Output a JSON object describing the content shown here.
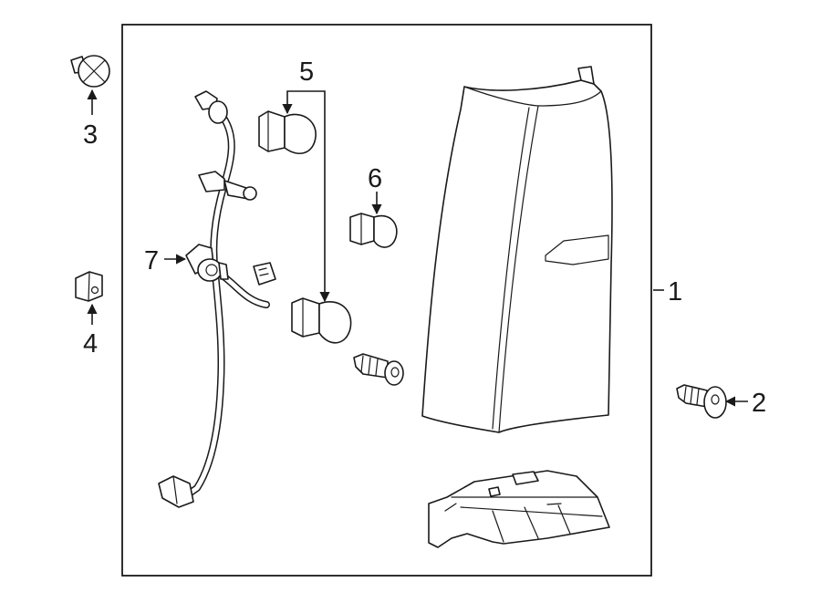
{
  "callouts": {
    "c1": "1",
    "c2": "2",
    "c3": "3",
    "c4": "4",
    "c5": "5",
    "c6": "6",
    "c7": "7"
  },
  "colors": {
    "line": "#1a1a1a",
    "background": "#ffffff",
    "shade": "#ececec"
  }
}
